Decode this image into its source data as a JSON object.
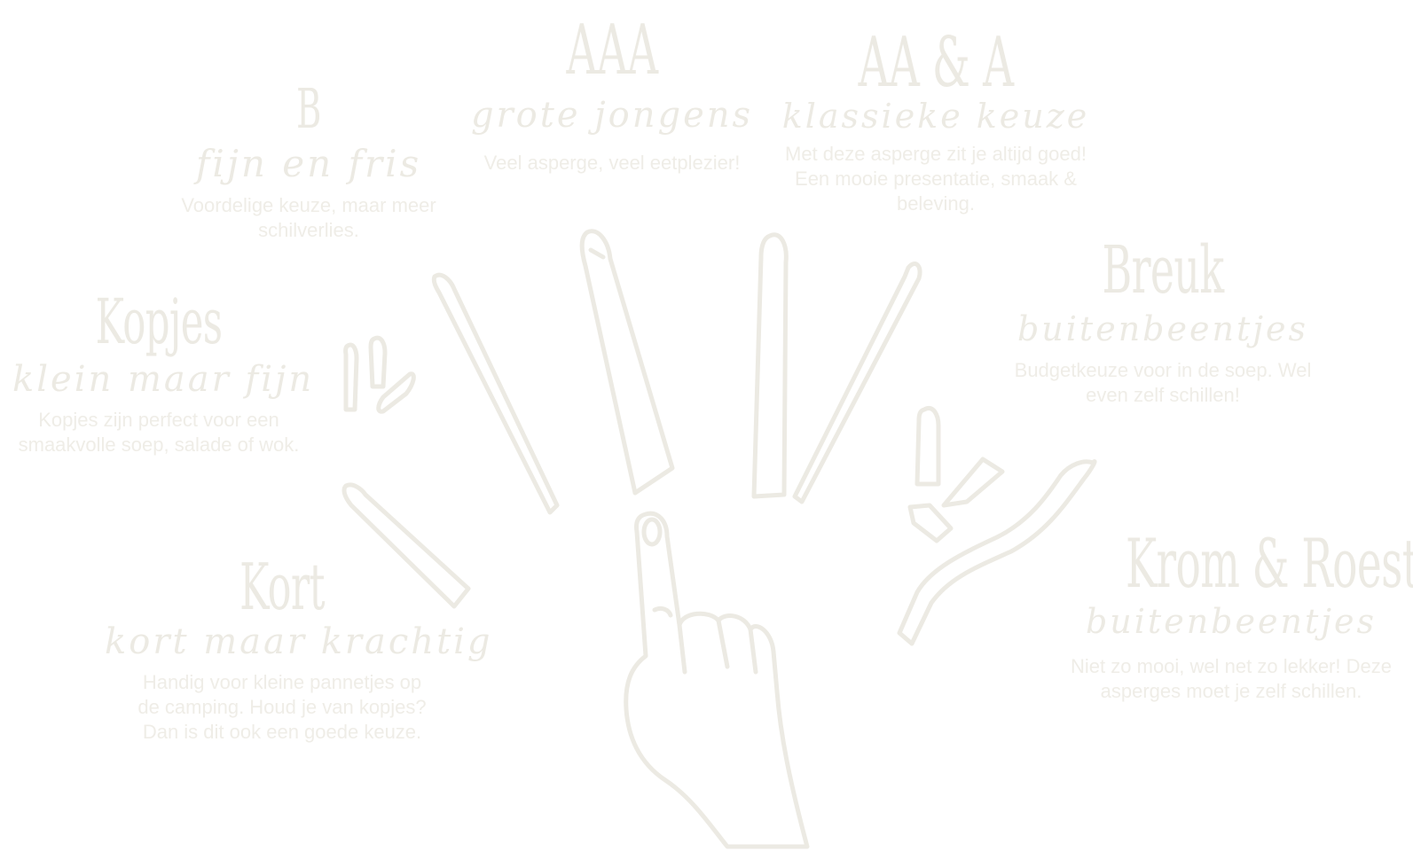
{
  "colors": {
    "ink": "#eceae3",
    "background": "#ffffff"
  },
  "categories": [
    {
      "id": "aaa",
      "title": "AAA",
      "subtitle": "grote jongens",
      "description": "Veel asperge, veel eetplezier!"
    },
    {
      "id": "aa-a",
      "title": "AA & A",
      "subtitle": "klassieke keuze",
      "description": "Met deze asperge zit je altijd goed! Een mooie presentatie, smaak & beleving."
    },
    {
      "id": "b",
      "title": "B",
      "subtitle": "fijn en fris",
      "description": "Voordelige keuze, maar meer schilverlies."
    },
    {
      "id": "breuk",
      "title": "Breuk",
      "subtitle": "buitenbeentjes",
      "description": "Budgetkeuze voor in de soep. Wel even zelf schillen!"
    },
    {
      "id": "kopjes",
      "title": "Kopjes",
      "subtitle": "klein maar fijn",
      "description": "Kopjes zijn perfect voor een smaakvolle soep, salade of wok."
    },
    {
      "id": "kort",
      "title": "Kort",
      "subtitle": "kort maar krachtig",
      "description": "Handig voor kleine pannetjes op de camping. Houd je van kopjes? Dan is dit ook een goede keuze."
    },
    {
      "id": "krom-roest",
      "title": "Krom & Roest",
      "subtitle": "buitenbeentjes",
      "description": "Niet zo mooi, wel net zo lekker! Deze asperges moet je zelf schillen."
    }
  ],
  "illustration": {
    "icon": "hand-with-asparagus-illustration"
  }
}
